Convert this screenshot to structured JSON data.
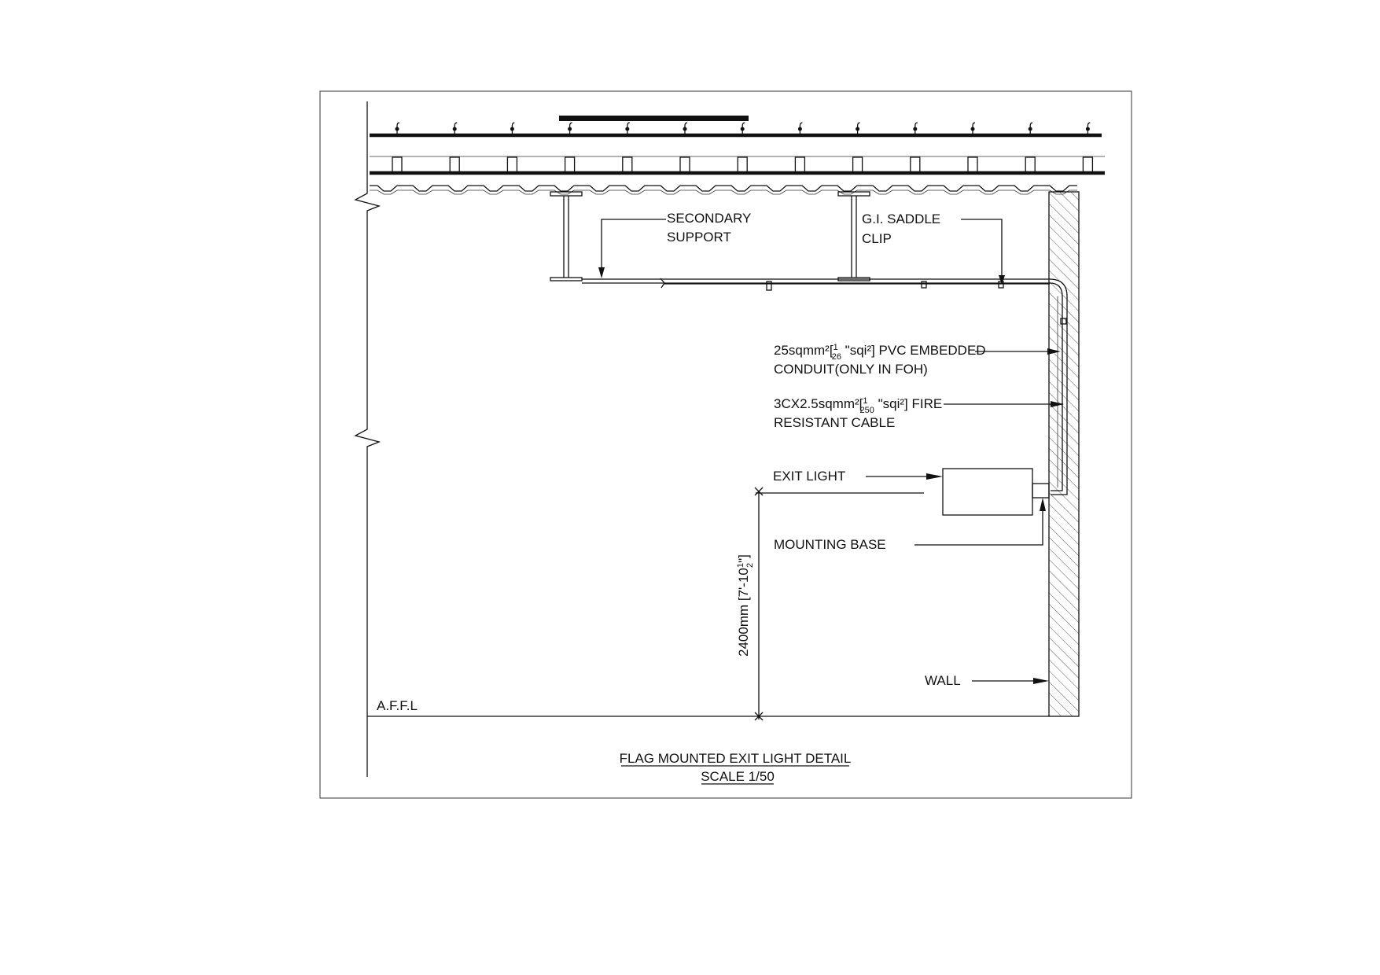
{
  "labels": {
    "secondary_support": [
      "SECONDARY",
      "SUPPORT"
    ],
    "gi_saddle_clip": [
      "G.I. SADDLE",
      "CLIP"
    ],
    "conduit": {
      "prefix": "25sqmm²[",
      "frac_num": "1",
      "frac_den": "26",
      "suffix": " \"sqi²] PVC EMBEDDED",
      "line2": "CONDUIT(ONLY IN FOH)"
    },
    "cable": {
      "prefix": "3CX2.5sqmm²[",
      "frac_num": "1",
      "frac_den": "250",
      "suffix": " \"sqi²] FIRE",
      "line2": "RESISTANT CABLE"
    },
    "exit_light": "EXIT LIGHT",
    "mounting_base": "MOUNTING BASE",
    "wall": "WALL",
    "affl": "A.F.F.L",
    "dimension": {
      "prefix": "2400mm [7'-10",
      "frac_num": "1",
      "frac_den": "2",
      "suffix": "\"]"
    }
  },
  "title": {
    "main": "FLAG MOUNTED EXIT LIGHT DETAIL",
    "scale": "SCALE 1/50"
  }
}
